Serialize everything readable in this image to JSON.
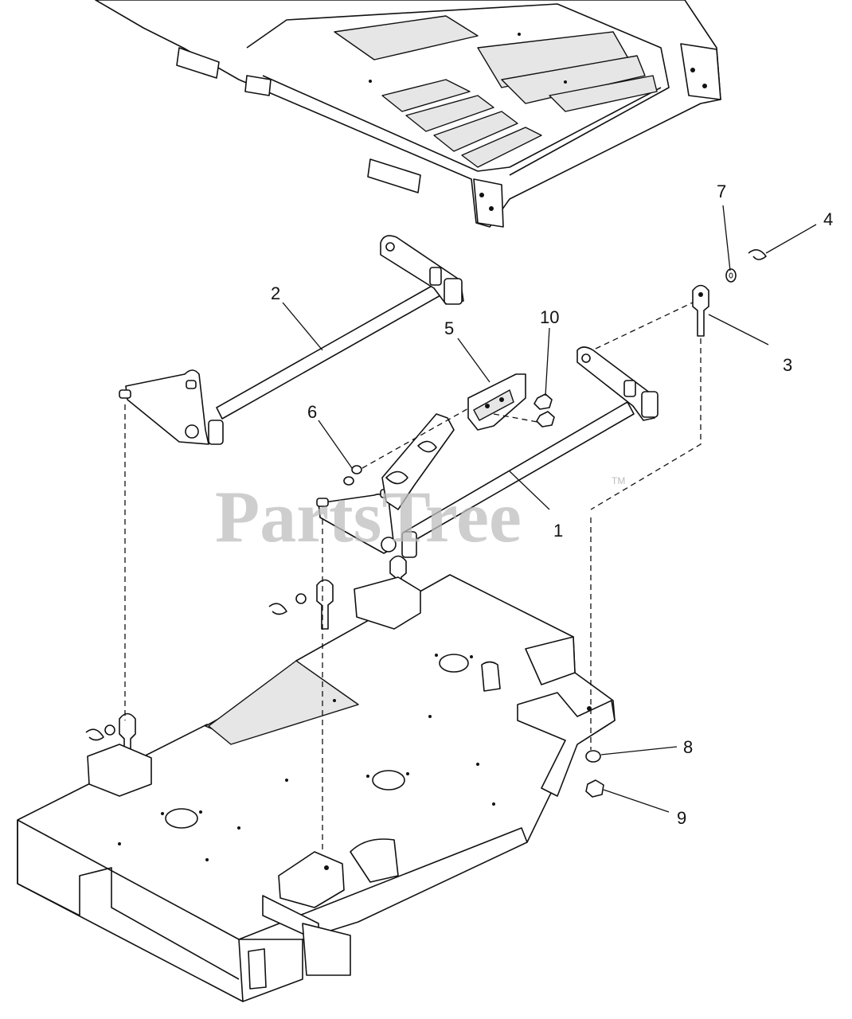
{
  "watermark": {
    "brand": "PartsTree",
    "trademark": "TM"
  },
  "callouts": [
    "1",
    "2",
    "3",
    "4",
    "5",
    "6",
    "7",
    "8",
    "9",
    "10"
  ]
}
